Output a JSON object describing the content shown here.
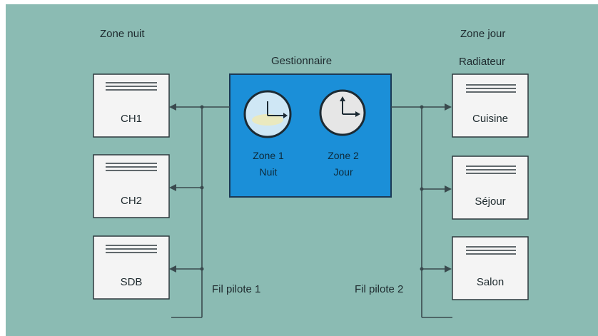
{
  "colors": {
    "background": "#8bbbb3",
    "manager_fill": "#1b8fd8",
    "radiator_fill": "#f4f4f4",
    "wire": "#3a4a4e"
  },
  "labels": {
    "zone_nuit": "Zone nuit",
    "zone_jour": "Zone jour",
    "gestionnaire": "Gestionnaire",
    "radiateur": "Radiateur",
    "fil_pilote_1": "Fil pilote 1",
    "fil_pilote_2": "Fil pilote 2"
  },
  "manager": {
    "clock1_line1": "Zone 1",
    "clock1_line2": "Nuit",
    "clock2_line1": "Zone 2",
    "clock2_line2": "Jour"
  },
  "radiators_left": [
    {
      "label": "CH1"
    },
    {
      "label": "CH2"
    },
    {
      "label": "SDB"
    }
  ],
  "radiators_right": [
    {
      "label": "Cuisine"
    },
    {
      "label": "Séjour"
    },
    {
      "label": "Salon"
    }
  ],
  "icons": {
    "clock": "clock-icon",
    "arrow": "arrow-right-icon",
    "radiator_lines": "radiator-lines-icon"
  }
}
